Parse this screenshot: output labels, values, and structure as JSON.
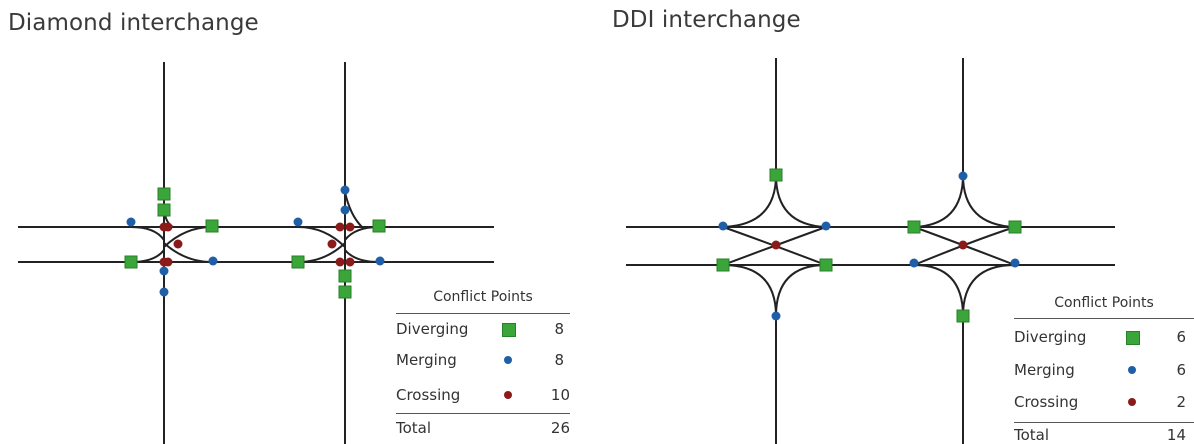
{
  "left_title": "Diamond interchange",
  "right_title": "DDI interchange",
  "colors": {
    "diverging": "#3aa63a",
    "merging": "#1f5fa8",
    "crossing": "#8b1a1a",
    "road": "#222222"
  },
  "left_legend": {
    "header": "Conflict Points",
    "rows": [
      {
        "label": "Diverging",
        "symbol": "green-square",
        "value": "8"
      },
      {
        "label": "Merging",
        "symbol": "blue-dot",
        "value": "8"
      },
      {
        "label": "Crossing",
        "symbol": "red-dot",
        "value": "10"
      }
    ],
    "total_label": "Total",
    "total_value": "26"
  },
  "right_legend": {
    "header": "Conflict Points",
    "rows": [
      {
        "label": "Diverging",
        "symbol": "green-square",
        "value": "6"
      },
      {
        "label": "Merging",
        "symbol": "blue-dot",
        "value": "6"
      },
      {
        "label": "Crossing",
        "symbol": "red-dot",
        "value": "2"
      }
    ],
    "total_label": "Total",
    "total_value": "14"
  }
}
